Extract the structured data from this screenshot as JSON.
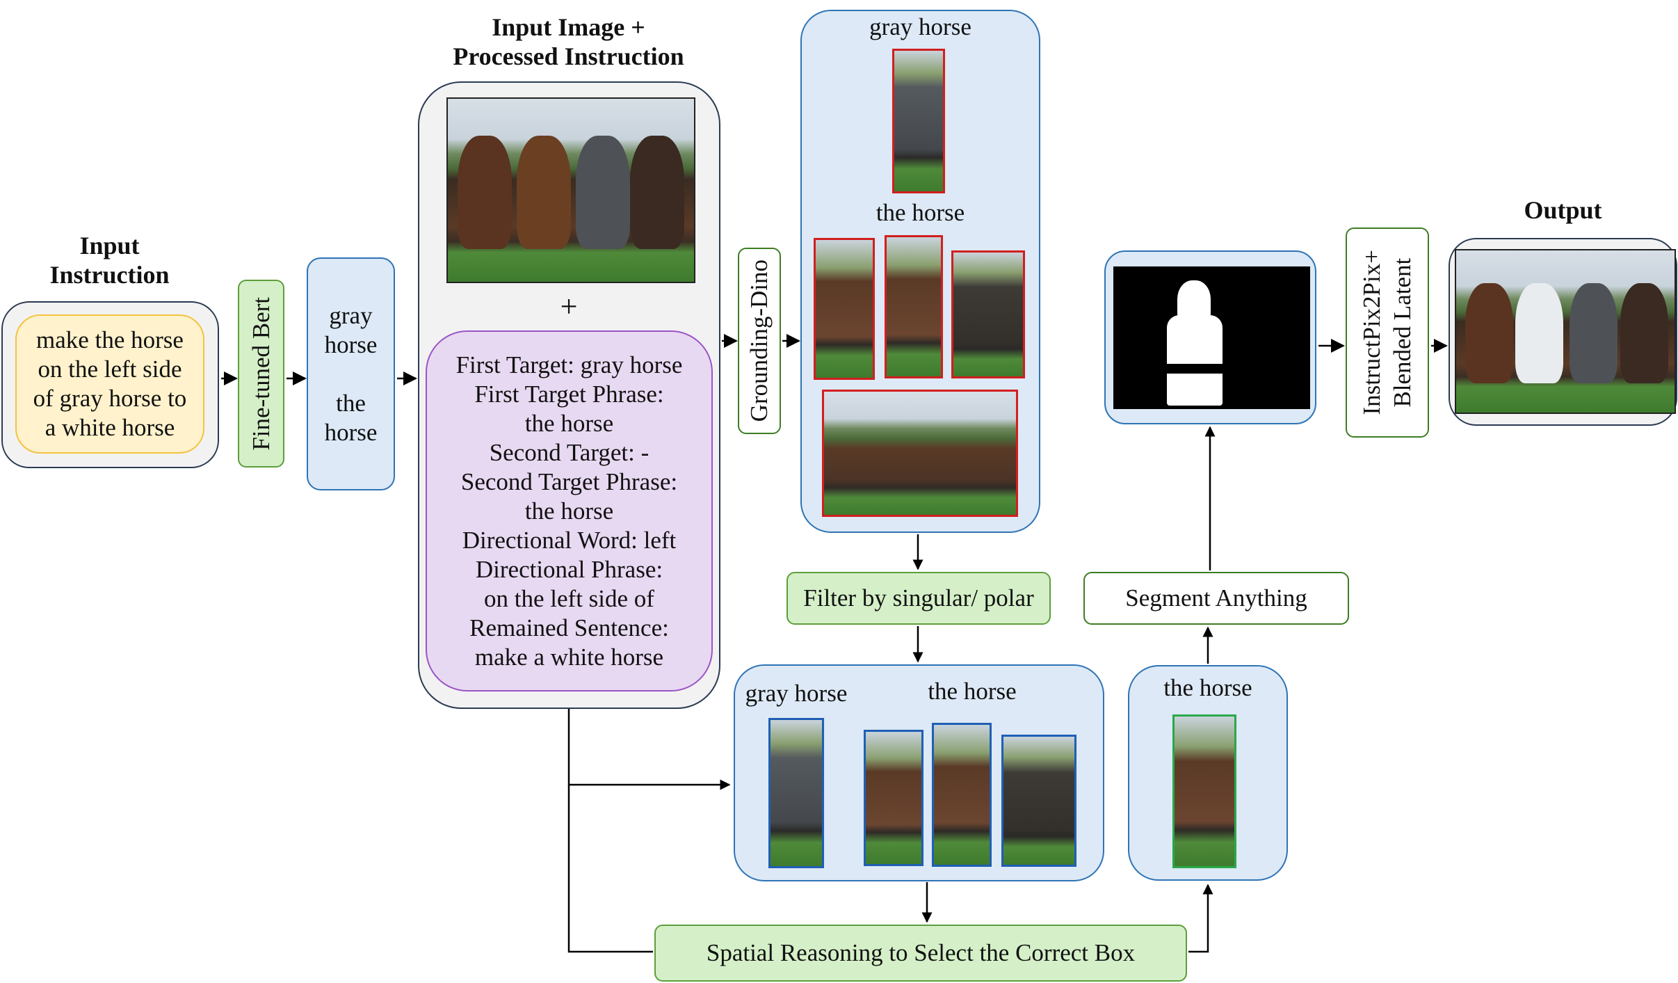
{
  "input_instruction": {
    "heading": "Input\nInstruction",
    "text": "make the horse\non the left side\nof gray horse to\na white horse"
  },
  "finetuned_bert": {
    "label": "Fine-tuned Bert"
  },
  "targets_box": {
    "text": "gray\nhorse\n\nthe\nhorse"
  },
  "processed": {
    "heading": "Input Image +\nProcessed Instruction",
    "plus": "+",
    "text": "First Target: gray horse\nFirst Target Phrase:\nthe horse\nSecond Target: -\nSecond Target Phrase:\nthe horse\nDirectional Word: left\nDirectional Phrase:\non the left side of\nRemained Sentence:\nmake a white horse"
  },
  "grounding_dino": {
    "label": "Grounding-Dino"
  },
  "detections": {
    "gray_label": "gray horse",
    "horse_label": "the horse"
  },
  "filter": {
    "label": "Filter by singular/ polar"
  },
  "filtered": {
    "gray_label": "gray horse",
    "horse_label": "the horse"
  },
  "selected": {
    "label": "the horse"
  },
  "spatial": {
    "label": "Spatial Reasoning to Select the Correct Box"
  },
  "segment": {
    "label": "Segment Anything"
  },
  "editor": {
    "label": "InstructPix2Pix+\nBlended Latent"
  },
  "output": {
    "heading": "Output"
  },
  "colors": {
    "gray_box": "#f2f2f2",
    "yellow_box": "#fff2cc",
    "green_box": "#d5f0c8",
    "blue_box": "#dde9f6",
    "purple_box": "#e8d9f2",
    "detect_red": "#d11f1f",
    "filter_blue": "#1f5fb5",
    "select_green": "#2aa84a"
  }
}
